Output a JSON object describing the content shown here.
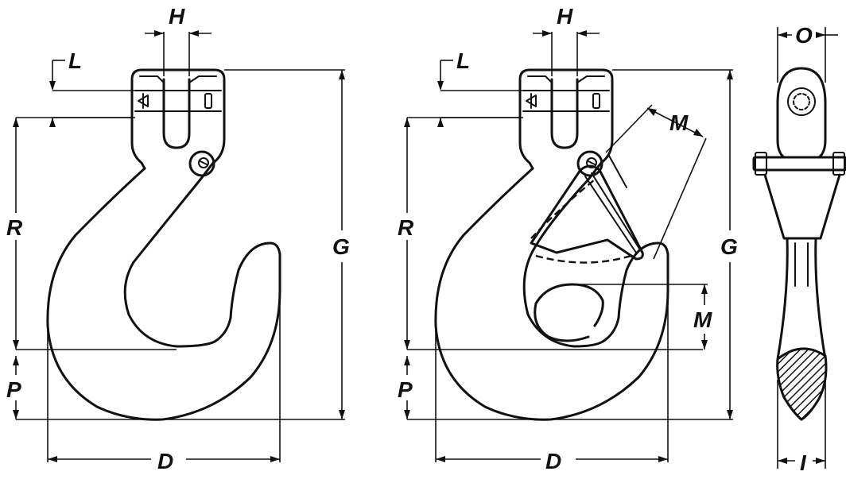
{
  "figures": {
    "left": {
      "name": "clevis-grab-hook",
      "labels": {
        "H": "H",
        "L": "L",
        "R": "R",
        "P": "P",
        "G": "G",
        "D": "D"
      }
    },
    "middle": {
      "name": "clevis-grab-hook-with-latch",
      "labels": {
        "H": "H",
        "L": "L",
        "R": "R",
        "P": "P",
        "G": "G",
        "D": "D",
        "M_top": "M",
        "M_side": "M"
      }
    },
    "right": {
      "name": "hook-side-view",
      "labels": {
        "O": "O",
        "I": "I"
      }
    }
  },
  "colors": {
    "line": "#111111",
    "background": "#ffffff"
  }
}
